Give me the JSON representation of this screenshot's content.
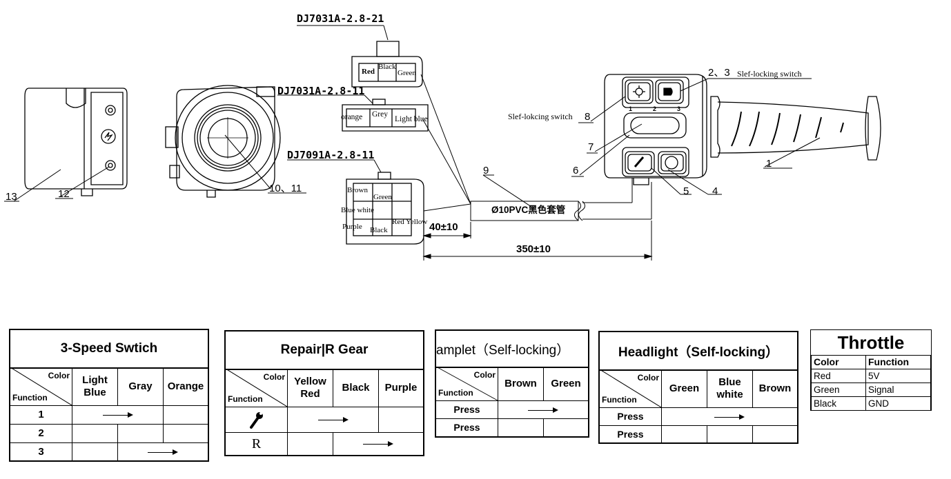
{
  "drawing": {
    "connectors": [
      {
        "part_no": "DJ7031A-2.8-21",
        "wires": [
          "Red",
          "Black",
          "Green"
        ]
      },
      {
        "part_no": "DJ7031A-2.8-11",
        "wires": [
          "orange",
          "Grey",
          "Light blue"
        ]
      },
      {
        "part_no": "DJ7091A-2.8-11",
        "wires": [
          "Brown",
          "Green",
          "Blue white",
          "Purple",
          "Black",
          "Red Yellow"
        ]
      }
    ],
    "callouts": {
      "c1": "1",
      "c2_3": "2、3",
      "c2_3_text": "Slef-locking switch",
      "c4": "4",
      "c5": "5",
      "c6": "6",
      "c7": "7",
      "c8": "8",
      "c8_text": "Slef-lokcing switch",
      "c9": "9",
      "c10_11": "10、11",
      "c12": "12",
      "c13": "13",
      "pos1": "1",
      "pos2": "2",
      "pos3": "3"
    },
    "sleeve_label": "Ø10PVC黑色套管",
    "dim_short": "40±10",
    "dim_long": "350±10"
  },
  "tables": {
    "speed": {
      "title": "3-Speed Swtich",
      "corner_color": "Color",
      "corner_function": "Function",
      "columns": [
        "Light Blue",
        "Gray",
        "Orange"
      ],
      "rows": [
        "1",
        "2",
        "3"
      ]
    },
    "repair": {
      "title": "Repair|R Gear",
      "corner_color": "Color",
      "corner_function": "Function",
      "columns": [
        "Yellow Red",
        "Black",
        "Purple"
      ],
      "rows": [
        "wrench-icon",
        "R"
      ]
    },
    "lamplet": {
      "title": "amplet（Self-locking）",
      "corner_color": "Color",
      "corner_function": "Function",
      "columns": [
        "Brown",
        "Green"
      ],
      "rows": [
        "Press",
        "Press"
      ]
    },
    "headlight": {
      "title": "Headlight（Self-locking）",
      "corner_color": "Color",
      "corner_function": "Function",
      "columns": [
        "Green",
        "Blue white",
        "Brown"
      ],
      "rows": [
        "Press",
        "Press"
      ]
    },
    "throttle": {
      "title": "Throttle",
      "header": [
        "Color",
        "Function"
      ],
      "rows": [
        [
          "Red",
          "5V"
        ],
        [
          "Green",
          "Signal"
        ],
        [
          "Black",
          "GND"
        ]
      ]
    }
  }
}
